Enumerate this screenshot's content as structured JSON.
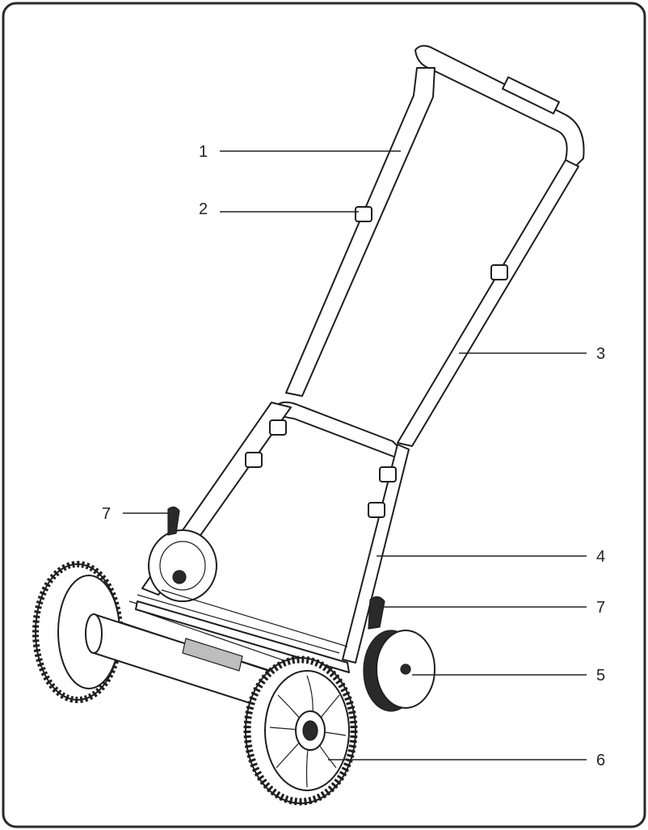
{
  "callouts": [
    {
      "id": "1",
      "label": "1"
    },
    {
      "id": "2",
      "label": "2"
    },
    {
      "id": "3",
      "label": "3"
    },
    {
      "id": "7a",
      "label": "7"
    },
    {
      "id": "4",
      "label": "4"
    },
    {
      "id": "7b",
      "label": "7"
    },
    {
      "id": "5",
      "label": "5"
    },
    {
      "id": "6",
      "label": "6"
    }
  ],
  "colors": {
    "ink": "#1e1e1e",
    "frame": "#2a2a2a",
    "background": "#ffffff"
  }
}
